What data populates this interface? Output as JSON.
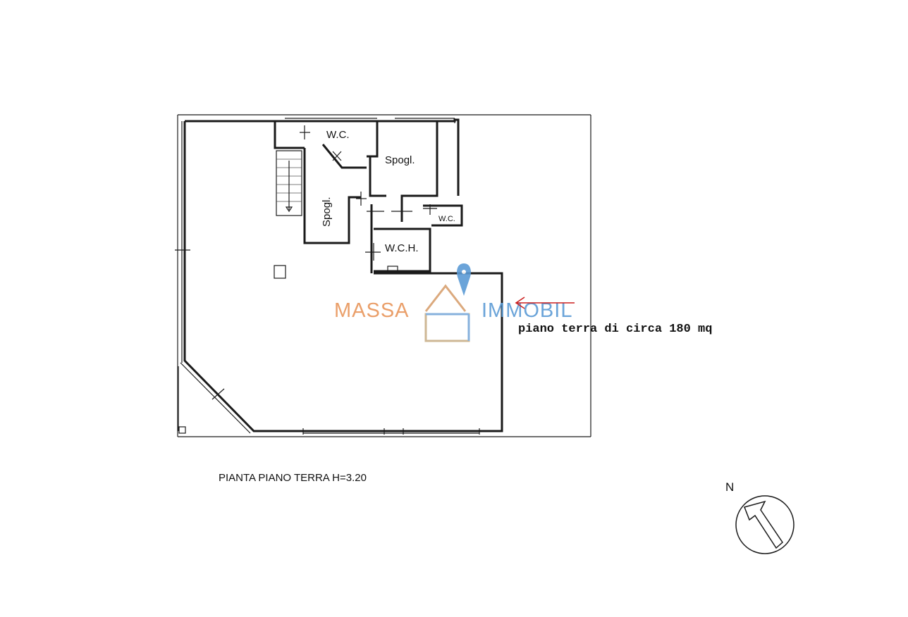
{
  "rooms": {
    "wc_top": "W.C.",
    "spogl_right": "Spogl.",
    "spogl_left": "Spogl.",
    "wc_small": "W.C.",
    "wch": "W.C.H."
  },
  "plan_caption": "PIANTA PIANO TERRA H=3.20",
  "annotation": "piano terra di circa 180 mq",
  "north_label": "N",
  "watermark": {
    "left_word": "MASSA",
    "right_word": "IMMOBIL",
    "color_left": "#e8955a",
    "color_right": "#5b9bd5"
  },
  "annotation_arrow_color": "#cc1f1f"
}
